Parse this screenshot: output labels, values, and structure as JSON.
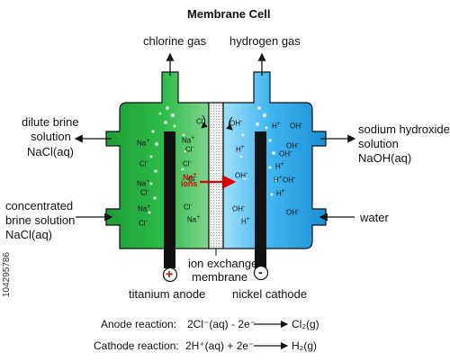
{
  "title": "Membrane Cell",
  "top_labels": {
    "left": "chlorine gas",
    "right": "hydrogen gas"
  },
  "left_labels": {
    "dilute": [
      "dilute brine",
      "solution",
      "NaCl(aq)"
    ],
    "concentrated": [
      "concentrated",
      "brine solution",
      "NaCl(aq)"
    ]
  },
  "right_labels": {
    "sodium": [
      "sodium hydroxide",
      "solution",
      "NaOH(aq)"
    ],
    "water": "water"
  },
  "bottom_labels": {
    "membrane": [
      "ion exchange",
      "membrane"
    ],
    "anode": "titanium anode",
    "cathode": "nickel cathode",
    "anode_sign": "+",
    "cathode_sign": "-"
  },
  "membrane_ions": {
    "cl": "Cl",
    "oh": "OH",
    "na": "Na",
    "ions": "ions"
  },
  "anode_chamber_ions": [
    "Na",
    "Cl",
    "Na",
    "Cl",
    "Na",
    "Na",
    "Cl",
    "Cl",
    "Cl",
    "Na",
    "Cl",
    "Cl"
  ],
  "cathode_chamber_ions": [
    "H",
    "OH",
    "H",
    "OH",
    "H",
    "OH",
    "H",
    "OH",
    "H",
    "OH",
    "H",
    "OH",
    "OH"
  ],
  "reactions": {
    "anode": {
      "label": "Anode reaction:",
      "lhs": "2Cl⁻(aq) - 2e⁻",
      "rhs": "Cl₂(g)"
    },
    "cathode": {
      "label": "Cathode reaction:",
      "lhs": "2H⁺(aq) + 2e⁻",
      "rhs": "H₂(g)"
    }
  },
  "watermark": "104295786",
  "colors": {
    "anode_fill": "#1fa83a",
    "cathode_fill": "#2aa6e8",
    "arrow_red": "#e00000"
  }
}
